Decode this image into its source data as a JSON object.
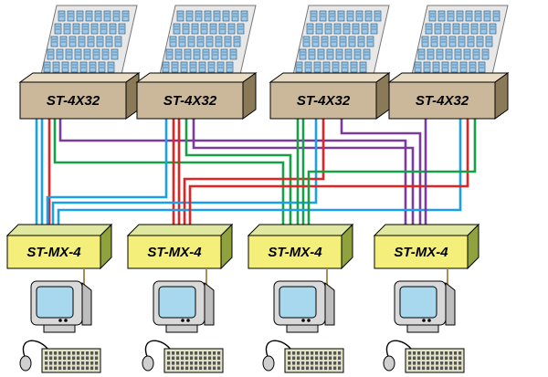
{
  "colors": {
    "switch_face": "#cbb79a",
    "switch_side": "#8b7a58",
    "switch_top": "#e8dcc4",
    "mx_face": "#f3ef7a",
    "mx_side": "#8fa23d",
    "mx_top": "#dfe7a0",
    "server_rack": "#e8e8e8",
    "server_unit": "#9cc9ea",
    "cable_blue": "#1aa0ea",
    "cable_green": "#17a046",
    "cable_red": "#e32222",
    "cable_purple": "#7a3b9a",
    "monitor_screen": "#a8d8ee",
    "monitor_body": "#d9d9d9"
  },
  "switches": [
    {
      "label": "ST-4X32",
      "icon": "server-rack-icon"
    },
    {
      "label": "ST-4X32",
      "icon": "server-rack-icon"
    },
    {
      "label": "ST-4X32",
      "icon": "server-rack-icon"
    },
    {
      "label": "ST-4X32",
      "icon": "server-rack-icon"
    }
  ],
  "user_stations": [
    {
      "label": "ST-MX-4",
      "icons": [
        "monitor-icon",
        "keyboard-icon",
        "mouse-icon"
      ]
    },
    {
      "label": "ST-MX-4",
      "icons": [
        "monitor-icon",
        "keyboard-icon",
        "mouse-icon"
      ]
    },
    {
      "label": "ST-MX-4",
      "icons": [
        "monitor-icon",
        "keyboard-icon",
        "mouse-icon"
      ]
    },
    {
      "label": "ST-MX-4",
      "icons": [
        "monitor-icon",
        "keyboard-icon",
        "mouse-icon"
      ]
    }
  ]
}
